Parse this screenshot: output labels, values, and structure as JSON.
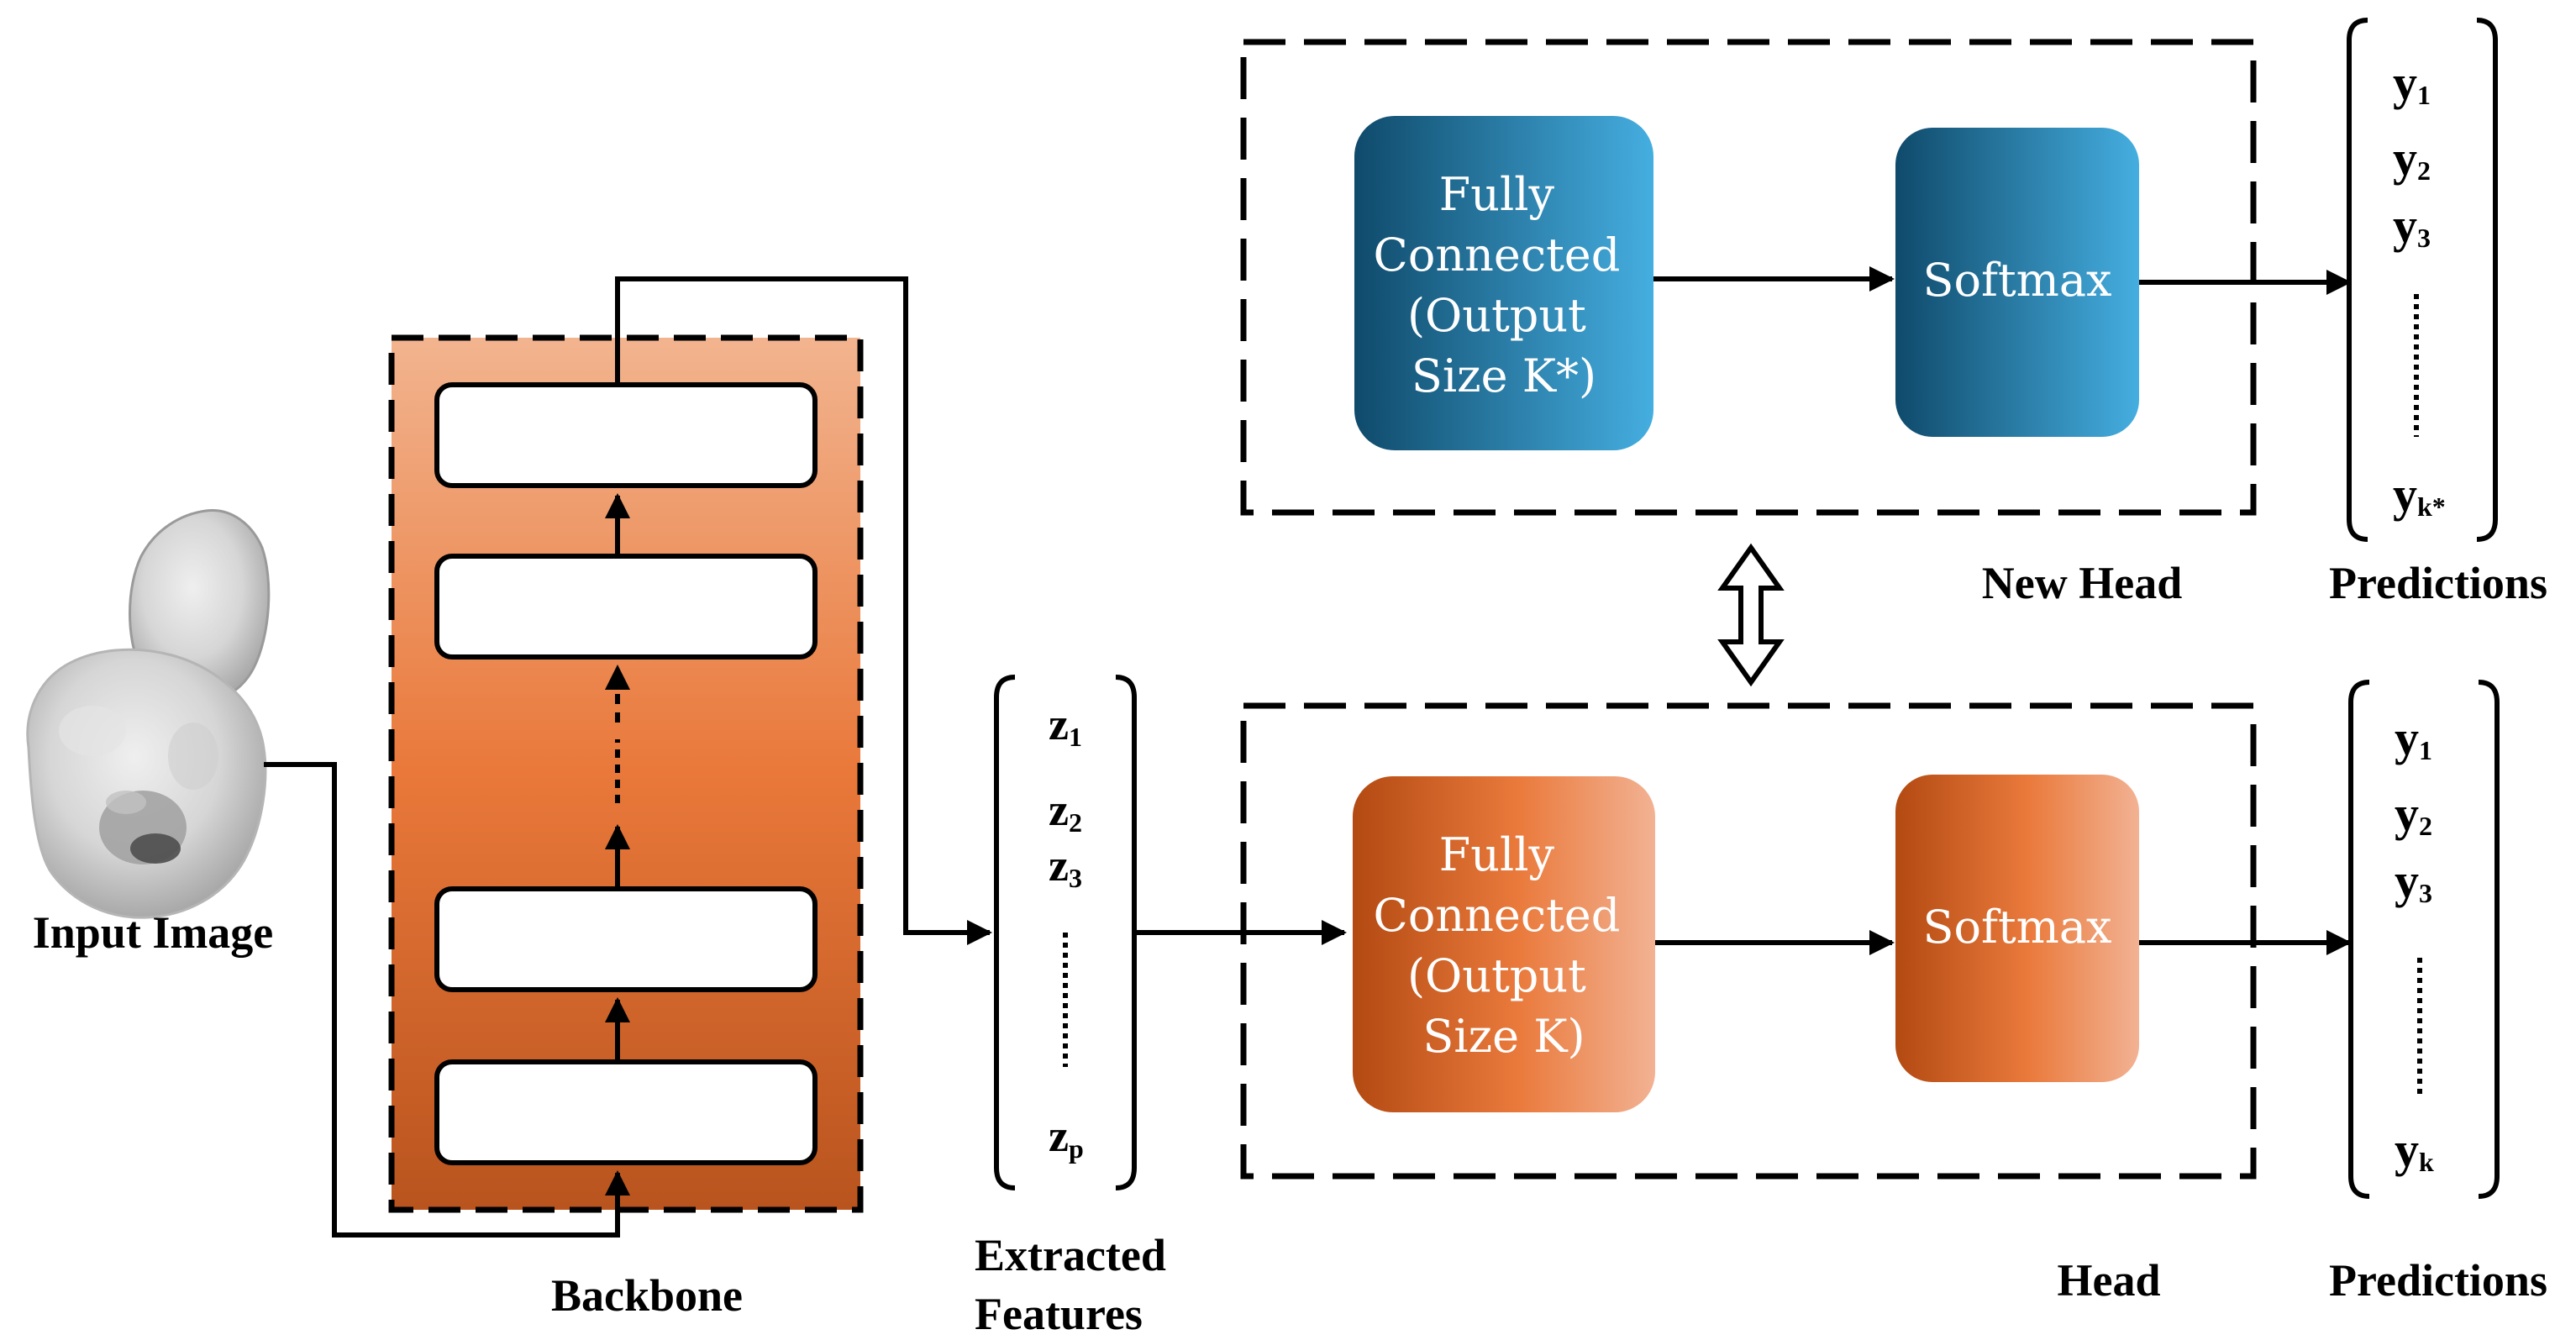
{
  "labels": {
    "input_image": "Input Image",
    "backbone": "Backbone",
    "extracted_features_line1": "Extracted",
    "extracted_features_line2": "Features",
    "new_head": "New Head",
    "head": "Head",
    "predictions_top": "Predictions",
    "predictions_bottom": "Predictions"
  },
  "new_head": {
    "fc_lines": [
      "Fully",
      "Connected",
      "(Output",
      "Size K*)"
    ],
    "softmax": "Softmax"
  },
  "head": {
    "fc_lines": [
      "Fully",
      "Connected",
      "(Output",
      "Size K)"
    ],
    "softmax": "Softmax"
  },
  "features": {
    "items": [
      {
        "base": "z",
        "sub": "1"
      },
      {
        "base": "z",
        "sub": "2"
      },
      {
        "base": "z",
        "sub": "3"
      },
      {
        "base": "z",
        "sub": "p"
      }
    ]
  },
  "predictions_top": {
    "items": [
      {
        "base": "y",
        "sub": "1"
      },
      {
        "base": "y",
        "sub": "2"
      },
      {
        "base": "y",
        "sub": "3"
      },
      {
        "base": "y",
        "sub": "k*"
      }
    ]
  },
  "predictions_bottom": {
    "items": [
      {
        "base": "y",
        "sub": "1"
      },
      {
        "base": "y",
        "sub": "2"
      },
      {
        "base": "y",
        "sub": "3"
      },
      {
        "base": "y",
        "sub": "k"
      }
    ]
  },
  "colors": {
    "backbone_light": "#f2b48f",
    "backbone_mid": "#e9783a",
    "backbone_dark": "#b9541e",
    "blue_dark": "#0f4a6b",
    "blue_light": "#45aee0",
    "orange_dark": "#b34a12",
    "orange_mid": "#ea7a3c",
    "orange_light": "#f2b293",
    "line": "#000000"
  }
}
